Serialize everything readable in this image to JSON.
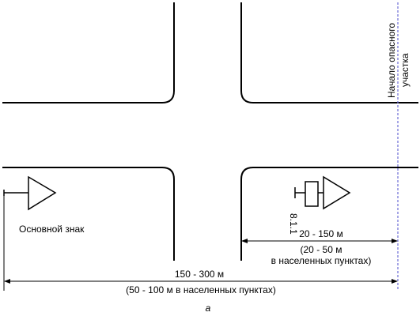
{
  "labels": {
    "danger_zone_start": "Начало опасного участка",
    "main_sign": "Основной знак",
    "sign_code": "8.1.1",
    "short_distance": "20 - 150 м",
    "short_distance_town_line1": "(20 - 50 м",
    "short_distance_town_line2": "в населенных пунктах)",
    "long_distance": "150 - 300 м",
    "long_distance_town": "(50 - 100 м в населенных пунктах)",
    "caption": "а"
  },
  "colors": {
    "line": "#000000",
    "danger_line": "#6b6bd6",
    "background": "#ffffff"
  }
}
